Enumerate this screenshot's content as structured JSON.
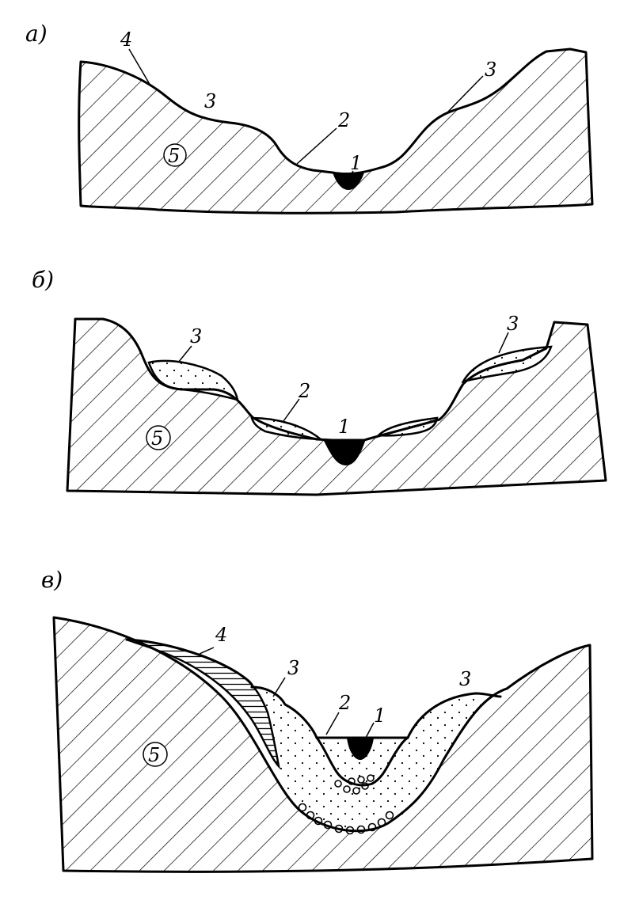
{
  "panels": [
    {
      "letter": "а)",
      "labels": {
        "l1": "1",
        "l2": "2",
        "l3a": "3",
        "l3b": "3",
        "l4": "4",
        "l5": "5"
      }
    },
    {
      "letter": "б)",
      "labels": {
        "l1": "1",
        "l2": "2",
        "l3a": "3",
        "l3b": "3",
        "l5": "5"
      }
    },
    {
      "letter": "в)",
      "labels": {
        "l1": "1",
        "l2": "2",
        "l3a": "3",
        "l3b": "3",
        "l4": "4",
        "l5": "5"
      }
    }
  ]
}
